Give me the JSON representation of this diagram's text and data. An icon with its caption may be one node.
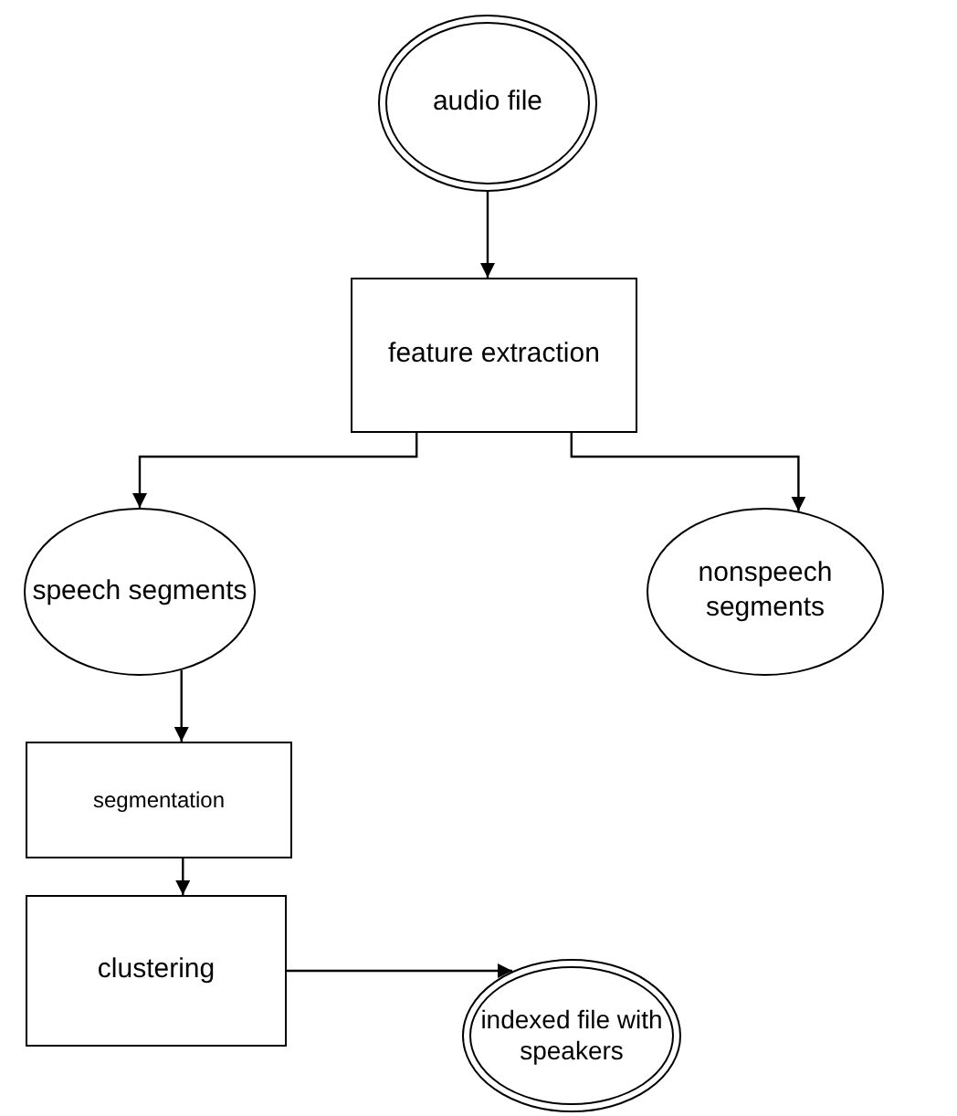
{
  "diagram": {
    "nodes": [
      {
        "text": [
          "audio file"
        ]
      },
      {
        "text": [
          "feature extraction"
        ]
      },
      {
        "text": [
          "speech segments"
        ]
      },
      {
        "text": [
          "nonspeech segments"
        ]
      },
      {
        "text": [
          "segmentation"
        ]
      },
      {
        "text": [
          "clustering"
        ]
      },
      {
        "text": [
          "indexed file with speakers"
        ]
      }
    ],
    "edges": [
      {
        "from": 0,
        "to": 1,
        "arrow": "to"
      },
      {
        "from": 1,
        "to": 2,
        "arrow": "to"
      },
      {
        "from": 1,
        "to": 3,
        "arrow": "to"
      },
      {
        "from": 2,
        "to": 4,
        "arrow": "to"
      },
      {
        "from": 4,
        "to": 5,
        "arrow": "to"
      },
      {
        "from": 5,
        "to": 6,
        "arrow": "to"
      }
    ]
  }
}
